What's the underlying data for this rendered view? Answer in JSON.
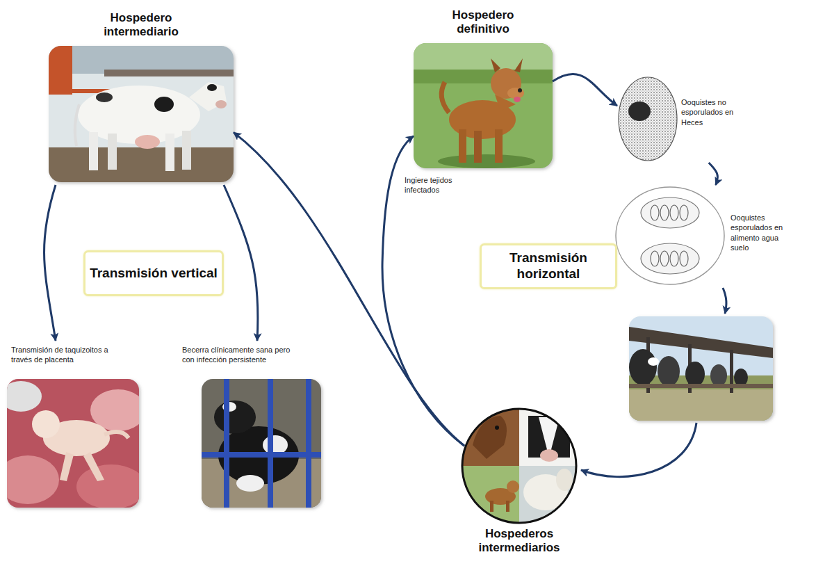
{
  "diagram": {
    "nodes": [
      {
        "text": [
          "Hospedero intermediario"
        ]
      },
      {
        "text": [
          "Hospedero definitivo"
        ]
      },
      {
        "text": [
          "Ooquistes no esporulados en Heces"
        ]
      },
      {
        "text": [
          "Ooquistes esporulados en alimento agua suelo"
        ]
      },
      {
        "text": [
          "Transmisión vertical"
        ]
      },
      {
        "text": [
          "Transmisión horizontal"
        ]
      },
      {
        "text": [
          "Transmisión de taquizoitos a través de placenta"
        ]
      },
      {
        "text": [
          "Becerra clínicamente sana pero con infección persistente"
        ]
      },
      {
        "text": [
          "Hospederos intermediarios"
        ]
      }
    ],
    "edges": [
      {
        "from": 0,
        "to": 6,
        "arrow": "to"
      },
      {
        "from": 0,
        "to": 7,
        "arrow": "to"
      },
      {
        "from": 1,
        "to": 2,
        "arrow": "to"
      },
      {
        "from": 2,
        "to": 3,
        "arrow": "to"
      },
      {
        "from": 8,
        "to": 0,
        "arrow": "to"
      },
      {
        "from": 8,
        "to": 1,
        "arrow": "to"
      }
    ],
    "labels": [
      "Ingiere tejidos infectados"
    ]
  }
}
